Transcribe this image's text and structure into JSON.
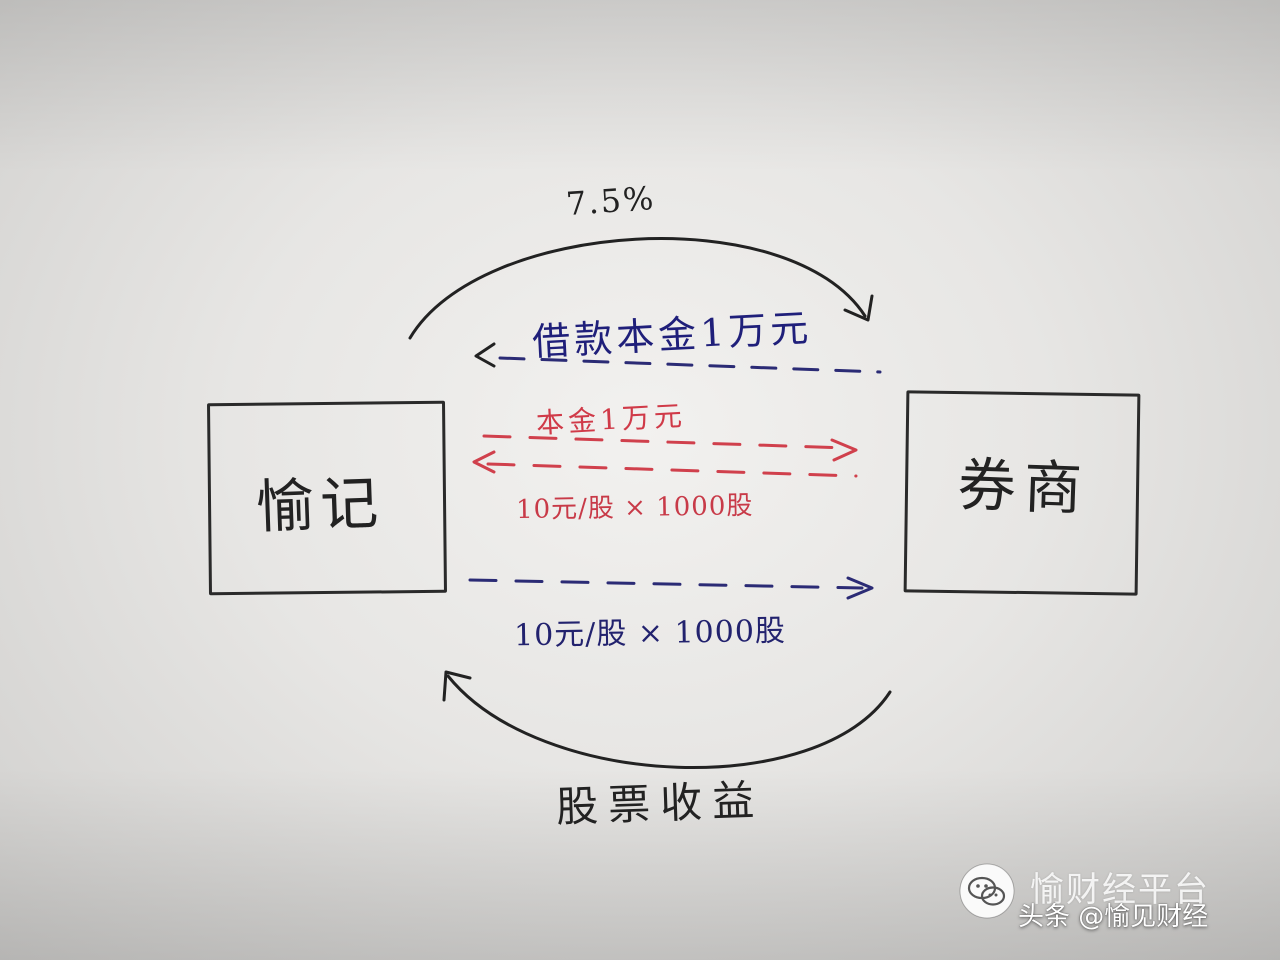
{
  "diagram": {
    "left_box_label": "愉记",
    "right_box_label": "券商",
    "rate_label": "7.5%",
    "loan_label": "借款本金1万元",
    "principal_label": "本金1万元",
    "red_calc_label": "10元/股 × 1000股",
    "blue_calc_label": "10元/股 × 1000股",
    "income_label": "股票收益",
    "colors": {
      "ink": "#222222",
      "blue_ink": "#22226e",
      "red_ink": "#d03a48"
    }
  },
  "watermark": {
    "platform_text": "愉财经平台",
    "author_text": "头条 @愉见财经",
    "icon": "wechat-icon"
  }
}
